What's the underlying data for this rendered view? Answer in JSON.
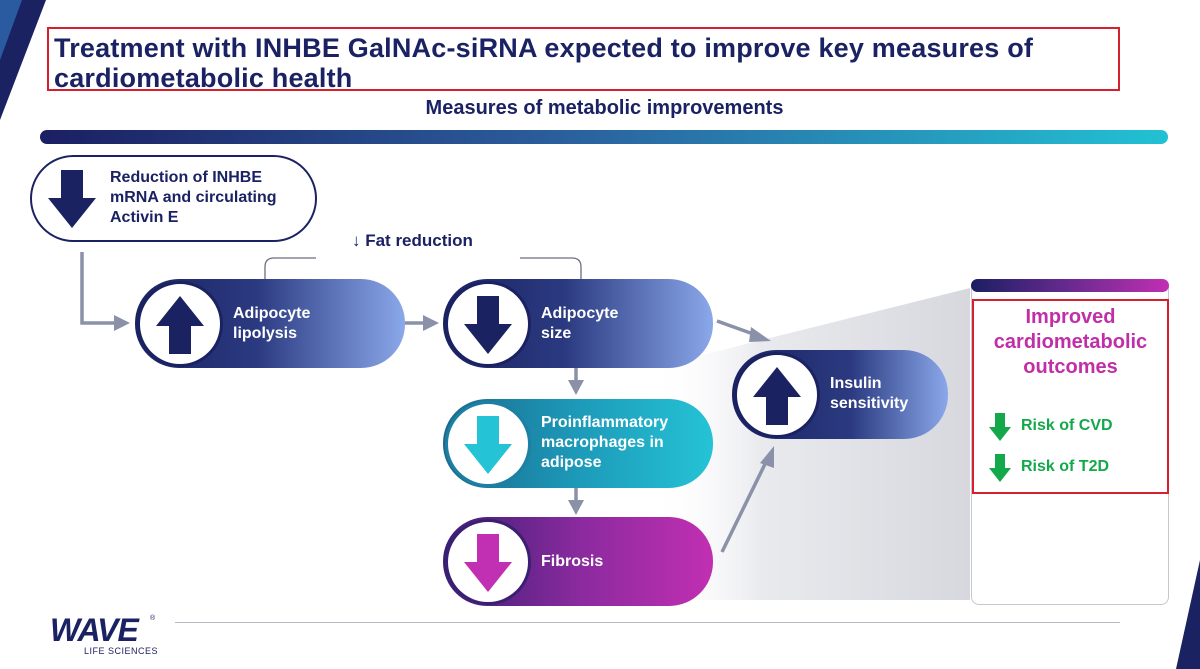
{
  "title": "Treatment with INHBE GalNAc-siRNA expected to improve key measures of cardiometabolic health",
  "title_lines": [
    "Treatment with INHBE GalNAc-siRNA expected to improve key measures of",
    "cardiometabolic health"
  ],
  "subtitle": "Measures of metabolic improvements",
  "reduction_lines": [
    "Reduction of INHBE",
    "mRNA and circulating",
    "Activin E"
  ],
  "fat_reduction": "↓ Fat reduction",
  "nodes": {
    "lipolysis": {
      "lines": [
        "Adipocyte",
        "lipolysis"
      ],
      "direction": "up"
    },
    "size": {
      "lines": [
        "Adipocyte",
        "size"
      ],
      "direction": "down"
    },
    "macrophages": {
      "lines": [
        "Proinflammatory",
        "macrophages in",
        "adipose"
      ],
      "direction": "down"
    },
    "fibrosis": {
      "lines": [
        "Fibrosis"
      ],
      "direction": "down"
    },
    "insulin": {
      "lines": [
        "Insulin",
        "sensitivity"
      ],
      "direction": "up"
    }
  },
  "outcomes": {
    "title_lines": [
      "Improved",
      "cardiometabolic",
      "outcomes"
    ],
    "risks": [
      "Risk of CVD",
      "Risk of T2D"
    ]
  },
  "logo": {
    "name": "WAVE",
    "registered": "®",
    "tagline": "LIFE SCIENCES"
  },
  "colors": {
    "navy": "#1b2262",
    "cyan": "#25c3d6",
    "magenta": "#c12fb2",
    "green": "#13a84a",
    "red_outline": "#d62030"
  }
}
